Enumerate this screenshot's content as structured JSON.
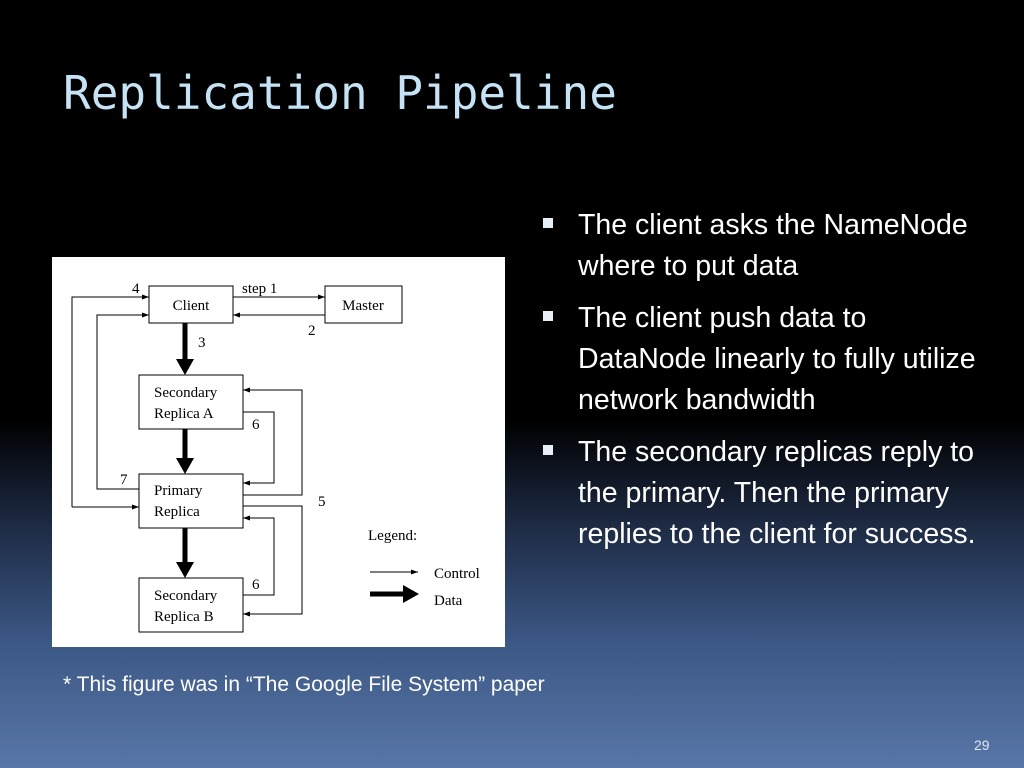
{
  "slide": {
    "title": "Replication Pipeline",
    "footnote": "* This figure was in “The Google File System” paper",
    "page_number": "29"
  },
  "bullets": [
    {
      "text": "The client asks the NameNode where to put data"
    },
    {
      "text": "The client push data to DataNode linearly to fully utilize network bandwidth"
    },
    {
      "text": "The secondary replicas reply to the primary. Then the primary replies to the client for success."
    }
  ],
  "figure": {
    "nodes": {
      "client": "Client",
      "master": "Master",
      "secondary_a_line1": "Secondary",
      "secondary_a_line2": "Replica A",
      "primary_line1": "Primary",
      "primary_line2": "Replica",
      "secondary_b_line1": "Secondary",
      "secondary_b_line2": "Replica B"
    },
    "step_labels": {
      "step1": "step 1",
      "s2": "2",
      "s3": "3",
      "s4": "4",
      "s5": "5",
      "s6a": "6",
      "s6b": "6",
      "s7": "7"
    },
    "legend": {
      "title": "Legend:",
      "control": "Control",
      "data": "Data"
    }
  }
}
